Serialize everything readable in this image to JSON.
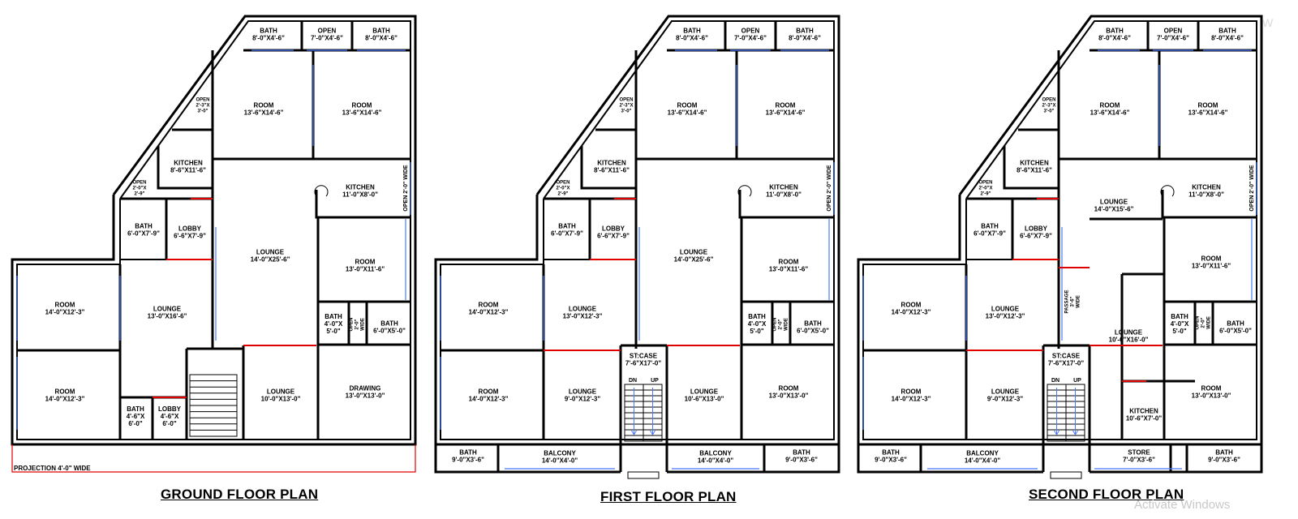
{
  "plans": [
    {
      "title": "GROUND FLOOR PLAN",
      "rooms": [
        {
          "name": "BATH",
          "dim": "8'-0\"X4'-6\""
        },
        {
          "name": "OPEN",
          "dim": "7'-0\"X4'-6\""
        },
        {
          "name": "BATH",
          "dim": "8'-0\"X4'-6\""
        },
        {
          "name": "OPEN",
          "dim": "2'-3\"X 3'-0\""
        },
        {
          "name": "ROOM",
          "dim": "13'-6\"X14'-6\""
        },
        {
          "name": "ROOM",
          "dim": "13'-6\"X14'-6\""
        },
        {
          "name": "KITCHEN",
          "dim": "8'-6\"X11'-6\""
        },
        {
          "name": "KITCHEN",
          "dim": "11'-0\"X8'-0\""
        },
        {
          "name": "OPEN 2'-0\" WIDE",
          "dim": ""
        },
        {
          "name": "OPEN",
          "dim": "2'-0\"X 2'-9\""
        },
        {
          "name": "BATH",
          "dim": "6'-0\"X7'-9\""
        },
        {
          "name": "LOBBY",
          "dim": "6'-6\"X7'-9\""
        },
        {
          "name": "LOUNGE",
          "dim": "14'-0\"X25'-6\""
        },
        {
          "name": "ROOM",
          "dim": "13'-0\"X11'-6\""
        },
        {
          "name": "ROOM",
          "dim": "14'-0\"X12'-3\""
        },
        {
          "name": "LOUNGE",
          "dim": "13'-0\"X16'-6\""
        },
        {
          "name": "BATH",
          "dim": "4'-0\"X 5'-0\""
        },
        {
          "name": "OPEN 2'-0\" WIDE",
          "dim": ""
        },
        {
          "name": "BATH",
          "dim": "6'-0\"X5'-0\""
        },
        {
          "name": "ROOM",
          "dim": "14'-0\"X12'-3\""
        },
        {
          "name": "BATH",
          "dim": "4'-6\"X 6'-0\""
        },
        {
          "name": "LOBBY",
          "dim": "4'-6\"X 6'-0\""
        },
        {
          "name": "LOUNGE",
          "dim": "10'-0\"X13'-0\""
        },
        {
          "name": "DRAWING",
          "dim": "13'-0\"X13'-0\""
        }
      ],
      "note": "PROJECTION 4'-0\" WIDE"
    },
    {
      "title": "FIRST FLOOR PLAN",
      "rooms": [
        {
          "name": "BATH",
          "dim": "8'-0\"X4'-6\""
        },
        {
          "name": "OPEN",
          "dim": "7'-0\"X4'-6\""
        },
        {
          "name": "BATH",
          "dim": "8'-0\"X4'-6\""
        },
        {
          "name": "OPEN",
          "dim": "2'-3\"X 3'-0\""
        },
        {
          "name": "ROOM",
          "dim": "13'-6\"X14'-6\""
        },
        {
          "name": "ROOM",
          "dim": "13'-6\"X14'-6\""
        },
        {
          "name": "KITCHEN",
          "dim": "8'-6\"X11'-6\""
        },
        {
          "name": "KITCHEN",
          "dim": "11'-0\"X8'-0\""
        },
        {
          "name": "OPEN 2'-0\" WIDE",
          "dim": ""
        },
        {
          "name": "OPEN",
          "dim": "2'-0\"X 2'-9\""
        },
        {
          "name": "BATH",
          "dim": "6'-0\"X7'-9\""
        },
        {
          "name": "LOBBY",
          "dim": "6'-6\"X7'-9\""
        },
        {
          "name": "LOUNGE",
          "dim": "14'-0\"X25'-6\""
        },
        {
          "name": "ROOM",
          "dim": "13'-0\"X11'-6\""
        },
        {
          "name": "ROOM",
          "dim": "14'-0\"X12'-3\""
        },
        {
          "name": "LOUNGE",
          "dim": "13'-0\"X12'-3\""
        },
        {
          "name": "BATH",
          "dim": "4'-0\"X 5'-0\""
        },
        {
          "name": "OPEN 2'-0\" WIDE",
          "dim": ""
        },
        {
          "name": "BATH",
          "dim": "6'-0\"X5'-0\""
        },
        {
          "name": "ST:CASE",
          "dim": "7'-6\"X17'-0\""
        },
        {
          "name": "DN",
          "dim": ""
        },
        {
          "name": "UP",
          "dim": ""
        },
        {
          "name": "ROOM",
          "dim": "14'-0\"X12'-3\""
        },
        {
          "name": "LOUNGE",
          "dim": "9'-0\"X12'-3\""
        },
        {
          "name": "LOUNGE",
          "dim": "10'-6\"X13'-0\""
        },
        {
          "name": "ROOM",
          "dim": "13'-0\"X13'-0\""
        },
        {
          "name": "BATH",
          "dim": "9'-0\"X3'-6\""
        },
        {
          "name": "BALCONY",
          "dim": "14'-0\"X4'-0\""
        },
        {
          "name": "BALCONY",
          "dim": "14'-0\"X4'-0\""
        },
        {
          "name": "BATH",
          "dim": "9'-0\"X3'-6\""
        }
      ]
    },
    {
      "title": "SECOND FLOOR PLAN",
      "rooms": [
        {
          "name": "BATH",
          "dim": "8'-0\"X4'-6\""
        },
        {
          "name": "OPEN",
          "dim": "7'-0\"X4'-6\""
        },
        {
          "name": "BATH",
          "dim": "8'-0\"X4'-6\""
        },
        {
          "name": "OPEN",
          "dim": "2'-3\"X 3'-0\""
        },
        {
          "name": "ROOM",
          "dim": "13'-6\"X14'-6\""
        },
        {
          "name": "ROOM",
          "dim": "13'-6\"X14'-6\""
        },
        {
          "name": "KITCHEN",
          "dim": "8'-6\"X11'-6\""
        },
        {
          "name": "KITCHEN",
          "dim": "11'-0\"X8'-0\""
        },
        {
          "name": "OPEN 2'-0\" WIDE",
          "dim": ""
        },
        {
          "name": "OPEN",
          "dim": "2'-0\"X 2'-9\""
        },
        {
          "name": "BATH",
          "dim": "6'-0\"X7'-9\""
        },
        {
          "name": "LOBBY",
          "dim": "6'-6\"X7'-9\""
        },
        {
          "name": "LOUNGE",
          "dim": "14'-0\"X15'-6\""
        },
        {
          "name": "ROOM",
          "dim": "13'-0\"X11'-6\""
        },
        {
          "name": "ROOM",
          "dim": "14'-0\"X12'-3\""
        },
        {
          "name": "LOUNGE",
          "dim": "13'-0\"X12'-3\""
        },
        {
          "name": "PASSAGE 3'-6\" WIDE",
          "dim": ""
        },
        {
          "name": "LOUNGE",
          "dim": "10'-0\"X16'-0\""
        },
        {
          "name": "BATH",
          "dim": "4'-0\"X 5'-0\""
        },
        {
          "name": "OPEN 2'-0\" WIDE",
          "dim": ""
        },
        {
          "name": "BATH",
          "dim": "6'-0\"X5'-0\""
        },
        {
          "name": "ST:CASE",
          "dim": "7'-6\"X17'-0\""
        },
        {
          "name": "DN",
          "dim": ""
        },
        {
          "name": "UP",
          "dim": ""
        },
        {
          "name": "ROOM",
          "dim": "14'-0\"X12'-3\""
        },
        {
          "name": "LOUNGE",
          "dim": "9'-0\"X12'-3\""
        },
        {
          "name": "KITCHEN",
          "dim": "10'-6\"X7'-0\""
        },
        {
          "name": "ROOM",
          "dim": "13'-0\"X13'-0\""
        },
        {
          "name": "BATH",
          "dim": "9'-0\"X3'-6\""
        },
        {
          "name": "BALCONY",
          "dim": "14'-0\"X4'-0\""
        },
        {
          "name": "STORE",
          "dim": "7'-0\"X3'-6\""
        },
        {
          "name": "BATH",
          "dim": "9'-0\"X3'-6\""
        }
      ]
    }
  ],
  "overlay": {
    "watermark": "Activate Windows",
    "logo": "W"
  },
  "colors": {
    "wall": "#000000",
    "window": "#4a78ff",
    "opening": "#e00000",
    "background": "#ffffff"
  }
}
